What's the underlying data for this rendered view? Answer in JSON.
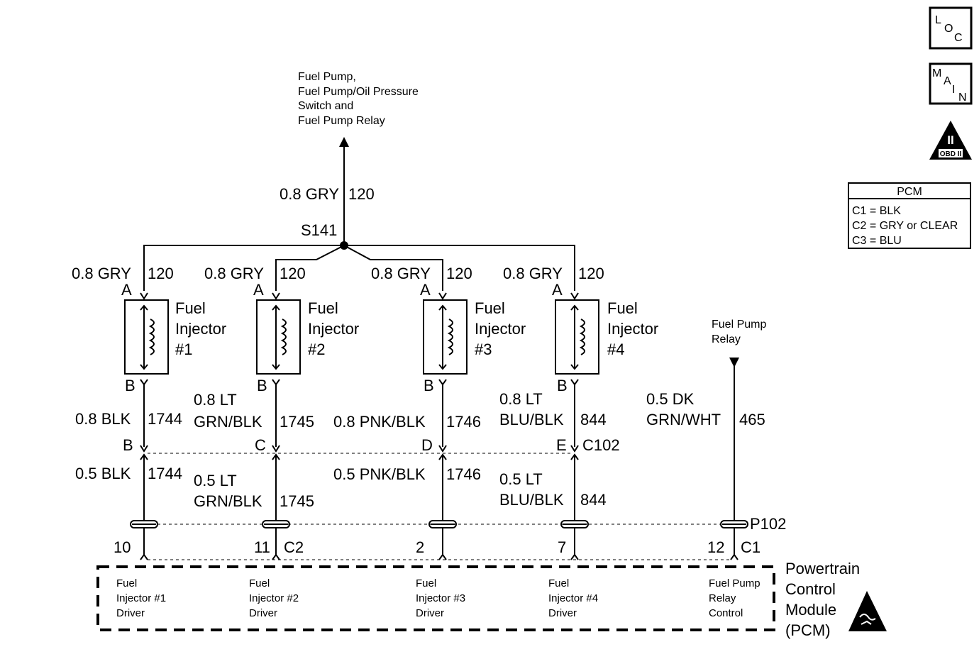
{
  "feed": {
    "dest_lines": [
      "Fuel Pump,",
      "Fuel Pump/Oil Pressure",
      "Switch and",
      "Fuel Pump Relay"
    ],
    "wire": "0.8 GRY",
    "circuit": "120",
    "splice": "S141"
  },
  "injectors": [
    {
      "top_wire": "0.8 GRY",
      "top_circuit": "120",
      "pin_a": "A",
      "pin_b": "B",
      "name1": "Fuel",
      "name2": "Injector",
      "name3": "#1",
      "mid_wire1": "",
      "mid_wire2": "0.8 BLK",
      "mid_circuit": "1744",
      "c102_pin": "B",
      "low_wire1": "",
      "low_wire2": "0.5 BLK",
      "low_circuit": "1744",
      "pcm_pin": "10",
      "pcm_conn": "",
      "drv1": "Fuel",
      "drv2": "Injector #1",
      "drv3": "Driver"
    },
    {
      "top_wire": "0.8 GRY",
      "top_circuit": "120",
      "pin_a": "A",
      "pin_b": "B",
      "name1": "Fuel",
      "name2": "Injector",
      "name3": "#2",
      "mid_wire1": "0.8 LT",
      "mid_wire2": "GRN/BLK",
      "mid_circuit": "1745",
      "c102_pin": "C",
      "low_wire1": "0.5 LT",
      "low_wire2": "GRN/BLK",
      "low_circuit": "1745",
      "pcm_pin": "11",
      "pcm_conn": "C2",
      "drv1": "Fuel",
      "drv2": "Injector #2",
      "drv3": "Driver"
    },
    {
      "top_wire": "0.8 GRY",
      "top_circuit": "120",
      "pin_a": "A",
      "pin_b": "B",
      "name1": "Fuel",
      "name2": "Injector",
      "name3": "#3",
      "mid_wire1": "",
      "mid_wire2": "0.8 PNK/BLK",
      "mid_circuit": "1746",
      "c102_pin": "D",
      "low_wire1": "",
      "low_wire2": "0.5 PNK/BLK",
      "low_circuit": "1746",
      "pcm_pin": "2",
      "pcm_conn": "",
      "drv1": "Fuel",
      "drv2": "Injector #3",
      "drv3": "Driver"
    },
    {
      "top_wire": "0.8 GRY",
      "top_circuit": "120",
      "pin_a": "A",
      "pin_b": "B",
      "name1": "Fuel",
      "name2": "Injector",
      "name3": "#4",
      "mid_wire1": "0.8 LT",
      "mid_wire2": "BLU/BLK",
      "mid_circuit": "844",
      "c102_pin": "E",
      "low_wire1": "0.5 LT",
      "low_wire2": "BLU/BLK",
      "low_circuit": "844",
      "pcm_pin": "7",
      "pcm_conn": "",
      "drv1": "Fuel",
      "drv2": "Injector #4",
      "drv3": "Driver"
    }
  ],
  "connectors": {
    "c102": "C102",
    "p102": "P102"
  },
  "relay": {
    "label1": "Fuel Pump",
    "label2": "Relay",
    "wire1": "0.5 DK",
    "wire2": "GRN/WHT",
    "circuit": "465",
    "pcm_pin": "12",
    "pcm_conn": "C1",
    "drv1": "Fuel Pump",
    "drv2": "Relay",
    "drv3": "Control"
  },
  "pcm": {
    "line1": "Powertrain",
    "line2": "Control",
    "line3": "Module",
    "line4": "(PCM)"
  },
  "legend": {
    "title": "PCM",
    "rows": [
      "C1 = BLK",
      "C2 = GRY or CLEAR",
      "C3 = BLU"
    ]
  },
  "icons": {
    "loc": [
      "L",
      "O",
      "C"
    ],
    "main": [
      "M",
      "A",
      "I",
      "N"
    ],
    "obd": [
      "II",
      "OBD II"
    ]
  }
}
